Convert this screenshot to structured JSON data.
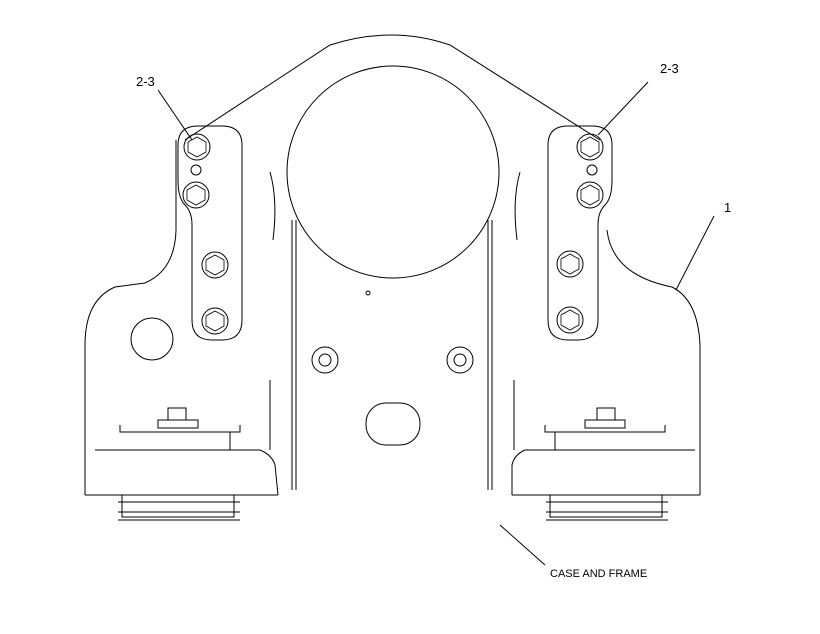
{
  "callouts": {
    "left_bolts": "2-3",
    "right_bolts": "2-3",
    "part_one": "1",
    "case_frame": "CASE AND FRAME"
  }
}
